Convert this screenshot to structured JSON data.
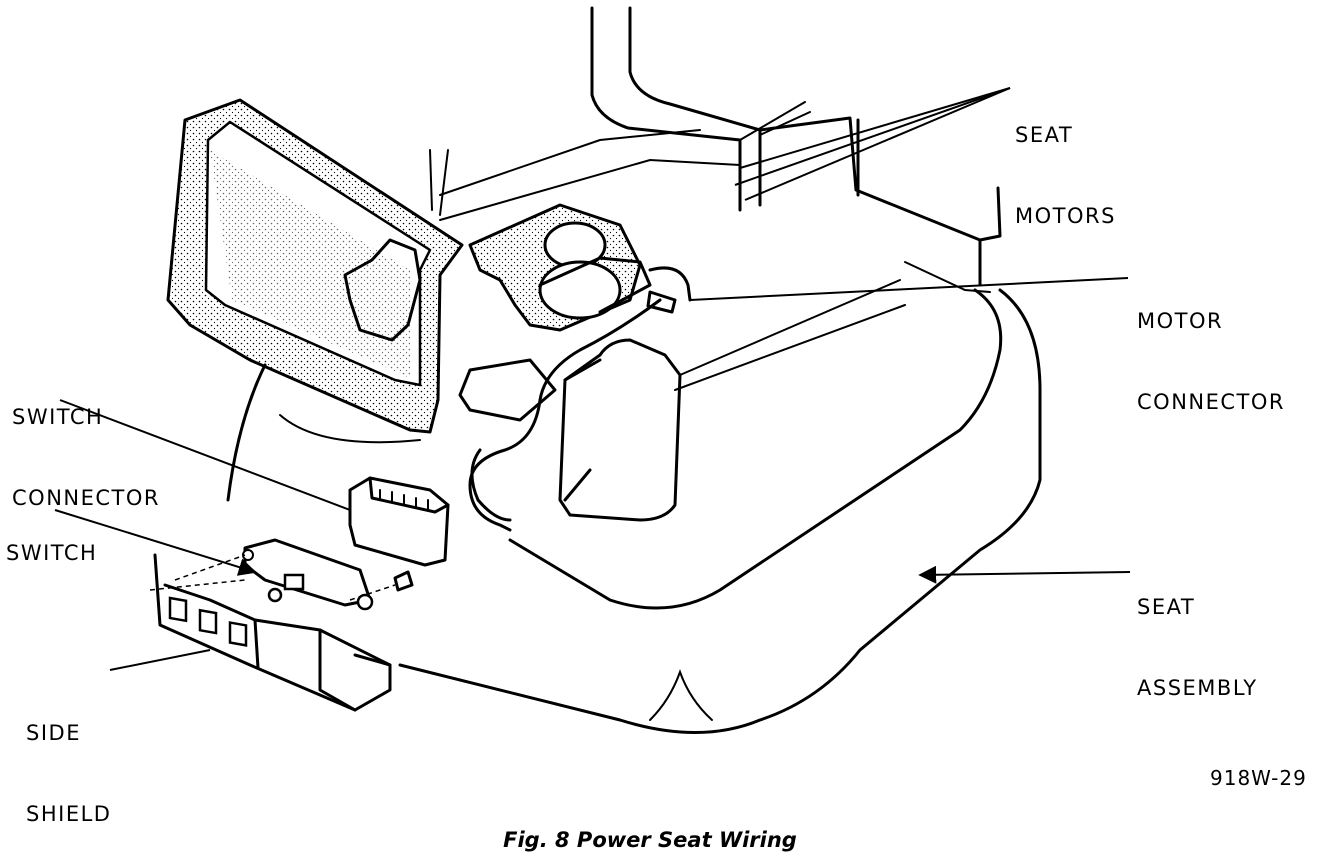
{
  "labels": {
    "seat_motors_1": "SEAT",
    "seat_motors_2": "MOTORS",
    "motor_connector_1": "MOTOR",
    "motor_connector_2": "CONNECTOR",
    "switch_connector_1": "SWITCH",
    "switch_connector_2": "CONNECTOR",
    "switch": "SWITCH",
    "seat_assembly_1": "SEAT",
    "seat_assembly_2": "ASSEMBLY",
    "side_shield_1": "SIDE",
    "side_shield_2": "SHIELD"
  },
  "figure_ref": "918W-29",
  "caption": "Fig. 8 Power Seat Wiring",
  "colors": {
    "ink": "#000000",
    "paper": "#ffffff"
  }
}
